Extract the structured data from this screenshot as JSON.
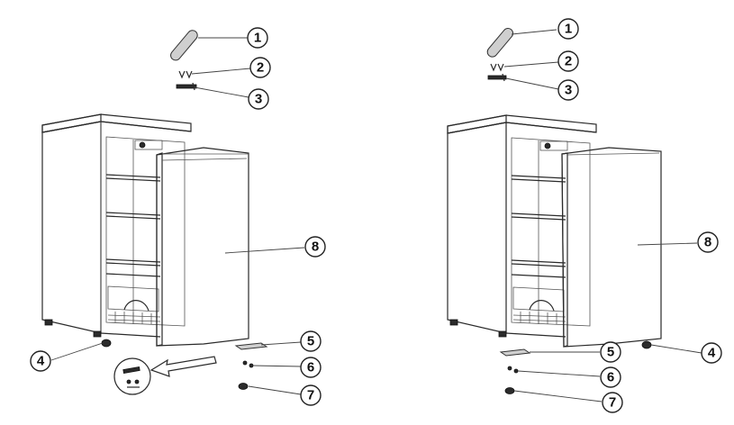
{
  "diagrams": [
    {
      "name": "left",
      "callouts": [
        "1",
        "2",
        "3",
        "4",
        "5",
        "6",
        "7",
        "8"
      ]
    },
    {
      "name": "right",
      "callouts": [
        "1",
        "2",
        "3",
        "4",
        "5",
        "6",
        "7",
        "8"
      ]
    }
  ]
}
